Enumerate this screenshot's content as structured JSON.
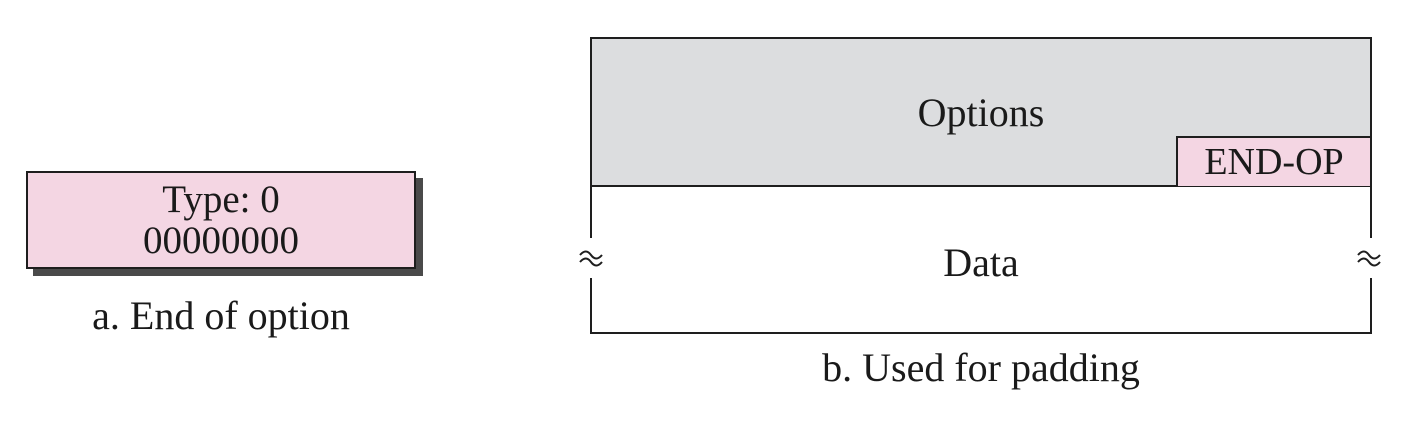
{
  "end_of_option": {
    "type_line": "Type: 0",
    "bits_line": "00000000",
    "caption": "a. End of option"
  },
  "padding": {
    "options_label": "Options",
    "end_op_label": "END-OP",
    "data_label": "Data",
    "caption": "b. Used for padding"
  },
  "colors": {
    "pink_fill": "#f4d6e3",
    "gray_fill": "#dcdddf",
    "outline": "#1e1e1e",
    "shadow": "#4a4a4a"
  }
}
